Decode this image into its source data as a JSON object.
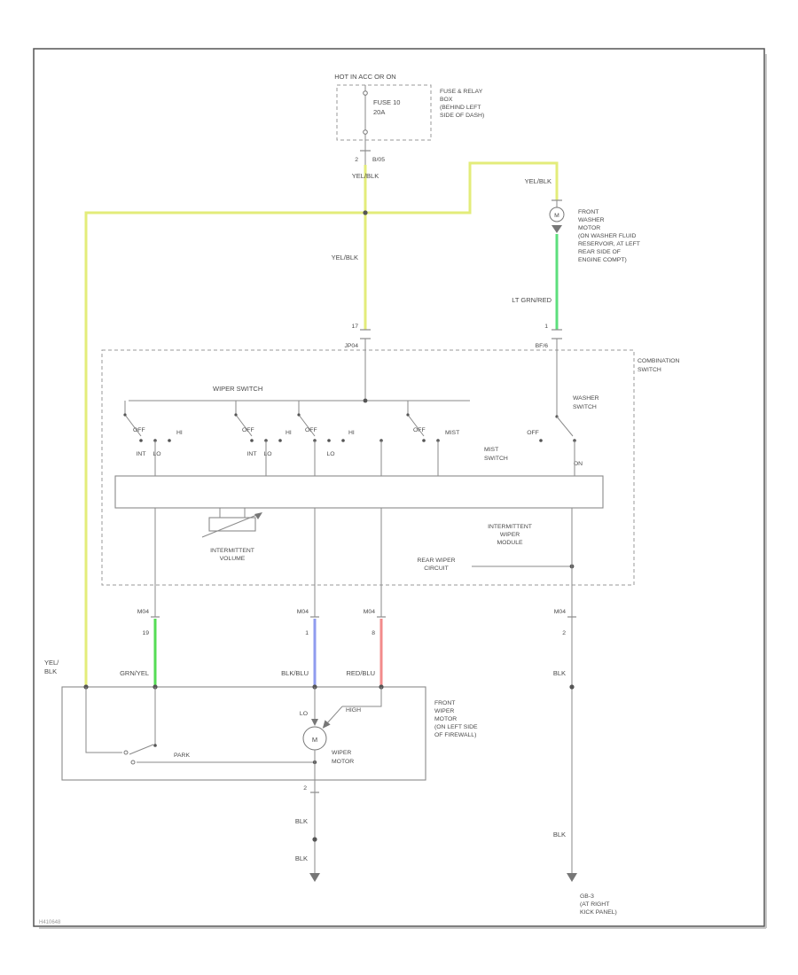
{
  "page": {
    "code": "H410648"
  },
  "colors": {
    "wire_yellow": "#e3ec7a",
    "wire_green": "#55dd55",
    "wire_ltgreen": "#5ddf7d",
    "wire_blue": "#8f9bef",
    "wire_red": "#f28b8b"
  },
  "power": {
    "hot_label": "HOT IN ACC OR ON",
    "fuse_name": "FUSE 10",
    "fuse_rating": "20A",
    "box_note": [
      "FUSE & RELAY",
      "BOX",
      "(BEHIND LEFT",
      "SIDE OF DASH)"
    ],
    "conn_pin": "2",
    "conn_name": "B/05"
  },
  "wires": {
    "yel_blk": "YEL/BLK",
    "yel_blk_split": [
      "YEL/",
      "BLK"
    ],
    "lt_grn": "LT GRN/RED",
    "grn_yel": "GRN/YEL",
    "blk_blu": "BLK/BLU",
    "red_blu": "RED/BLU",
    "blk": "BLK"
  },
  "connectors": {
    "left_pin": "17",
    "left_name": "JP04",
    "right_pin": "1",
    "right_name": "BF/6",
    "m04": "M04",
    "pins": [
      "19",
      "1",
      "8",
      "2"
    ],
    "motor_pin": "2"
  },
  "washer_motor": {
    "m": "M",
    "note": [
      "FRONT",
      "WASHER",
      "MOTOR",
      "(ON WASHER FLUID",
      "RESERVOIR, AT LEFT",
      "REAR SIDE OF",
      "ENGINE COMPT)"
    ]
  },
  "comb": {
    "title": [
      "COMBINATION",
      "SWITCH"
    ],
    "wiper_switch": "WIPER SWITCH",
    "washer_switch": [
      "WASHER",
      "SWITCH"
    ],
    "mist_switch": [
      "MIST",
      "SWITCH"
    ],
    "pos": {
      "off": "OFF",
      "int": "INT",
      "lo": "LO",
      "hi": "HI",
      "mist": "MIST",
      "on": "ON"
    },
    "int_volume": [
      "INTERMITTENT",
      "VOLUME"
    ],
    "int_module": [
      "INTERMITTENT",
      "WIPER",
      "MODULE"
    ],
    "rear_wiper": [
      "REAR WIPER",
      "CIRCUIT"
    ]
  },
  "wiper_motor": {
    "m": "M",
    "label": [
      "WIPER",
      "MOTOR"
    ],
    "lo": "LO",
    "high": "HIGH",
    "park": "PARK",
    "note": [
      "FRONT",
      "WIPER",
      "MOTOR",
      "(ON LEFT SIDE",
      "OF FIREWALL)"
    ]
  },
  "ground": {
    "label": [
      "GB-3",
      "(AT RIGHT",
      "KICK PANEL)"
    ]
  }
}
